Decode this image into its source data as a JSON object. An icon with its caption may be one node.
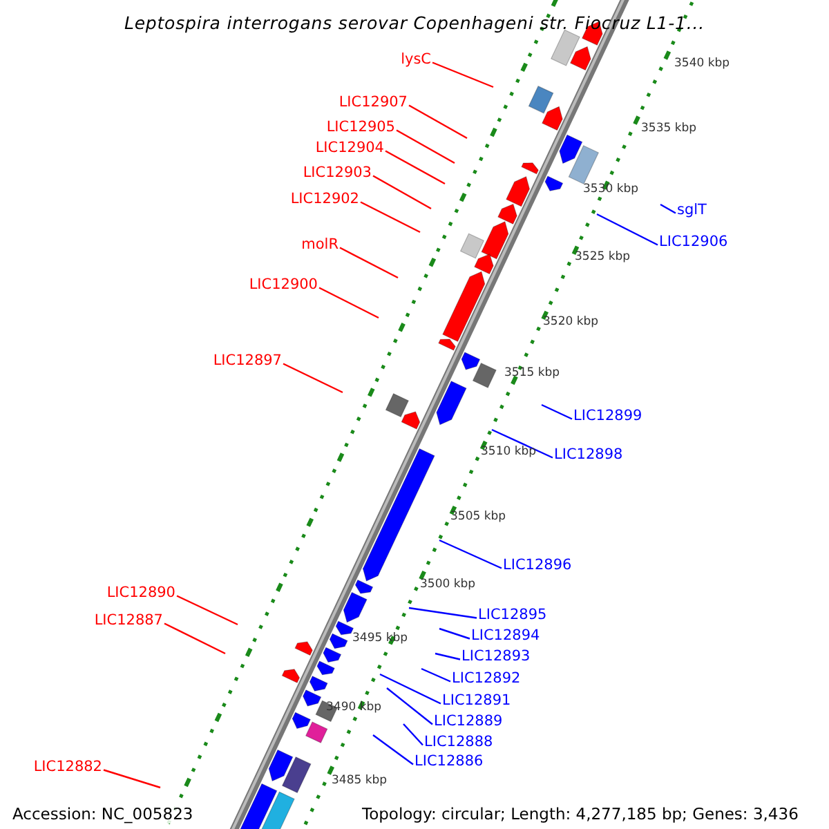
{
  "diagram": {
    "title": "Leptospira interrogans serovar Copenhageni str. Fiocruz L1-1...",
    "nodes": [
      {
        "text": [
          "lysC"
        ]
      },
      {
        "text": [
          "LIC12907"
        ]
      },
      {
        "text": [
          "LIC12905"
        ]
      },
      {
        "text": [
          "LIC12904"
        ]
      },
      {
        "text": [
          "LIC12903"
        ]
      },
      {
        "text": [
          "LIC12902"
        ]
      },
      {
        "text": [
          "sglT"
        ]
      },
      {
        "text": [
          "LIC12906"
        ]
      },
      {
        "text": [
          "molR"
        ]
      },
      {
        "text": [
          "LIC12900"
        ]
      },
      {
        "text": [
          "LIC12897"
        ]
      },
      {
        "text": [
          "LIC12899"
        ]
      },
      {
        "text": [
          "LIC12898"
        ]
      },
      {
        "text": [
          "LIC12896"
        ]
      },
      {
        "text": [
          "LIC12890"
        ]
      },
      {
        "text": [
          "LIC12895"
        ]
      },
      {
        "text": [
          "LIC12887"
        ]
      },
      {
        "text": [
          "LIC12894"
        ]
      },
      {
        "text": [
          "LIC12893"
        ]
      },
      {
        "text": [
          "LIC12892"
        ]
      },
      {
        "text": [
          "LIC12891"
        ]
      },
      {
        "text": [
          "LIC12889"
        ]
      },
      {
        "text": [
          "LIC12888"
        ]
      },
      {
        "text": [
          "LIC12886"
        ]
      },
      {
        "text": [
          "LIC12882"
        ]
      }
    ],
    "edges": [
      {
        "from": 0,
        "to": null,
        "arrow": "none",
        "color": "#ff0000"
      },
      {
        "from": 1,
        "to": null,
        "arrow": "none",
        "color": "#ff0000"
      },
      {
        "from": 2,
        "to": null,
        "arrow": "none",
        "color": "#ff0000"
      },
      {
        "from": 3,
        "to": null,
        "arrow": "none",
        "color": "#ff0000"
      },
      {
        "from": 4,
        "to": null,
        "arrow": "none",
        "color": "#ff0000"
      },
      {
        "from": 5,
        "to": null,
        "arrow": "none",
        "color": "#ff0000"
      },
      {
        "from": 6,
        "to": null,
        "arrow": "none"
      },
      {
        "from": 7,
        "to": null,
        "arrow": "none"
      },
      {
        "from": 8,
        "to": null,
        "arrow": "none",
        "color": "#ff0000"
      },
      {
        "from": 9,
        "to": null,
        "arrow": "none",
        "color": "#ff0000"
      },
      {
        "from": 10,
        "to": null,
        "arrow": "none",
        "color": "#ff0000"
      },
      {
        "from": 11,
        "to": null,
        "arrow": "none"
      },
      {
        "from": 12,
        "to": null,
        "arrow": "none"
      },
      {
        "from": 13,
        "to": null,
        "arrow": "none"
      },
      {
        "from": 14,
        "to": null,
        "arrow": "none",
        "color": "#ff0000"
      },
      {
        "from": 15,
        "to": null,
        "arrow": "none"
      },
      {
        "from": 16,
        "to": null,
        "arrow": "none",
        "color": "#ff0000"
      },
      {
        "from": 17,
        "to": null,
        "arrow": "none"
      },
      {
        "from": 18,
        "to": null,
        "arrow": "none"
      },
      {
        "from": 19,
        "to": null,
        "arrow": "none"
      },
      {
        "from": 20,
        "to": null,
        "arrow": "none"
      },
      {
        "from": 21,
        "to": null,
        "arrow": "none"
      },
      {
        "from": 22,
        "to": null,
        "arrow": "none"
      },
      {
        "from": 23,
        "to": null,
        "arrow": "none"
      },
      {
        "from": 24,
        "to": null,
        "arrow": "none",
        "color": "#ff0000"
      }
    ],
    "labels": [
      "3540 kbp",
      "3535 kbp",
      "3530 kbp",
      "3525 kbp",
      "3520 kbp",
      "3515 kbp",
      "3510 kbp",
      "3505 kbp",
      "3500 kbp",
      "3495 kbp",
      "3490 kbp",
      "3485 kbp",
      "Accession: NC_005823",
      "Topology: circular; Length: 4,277,185 bp; Genes: 3,436"
    ]
  }
}
